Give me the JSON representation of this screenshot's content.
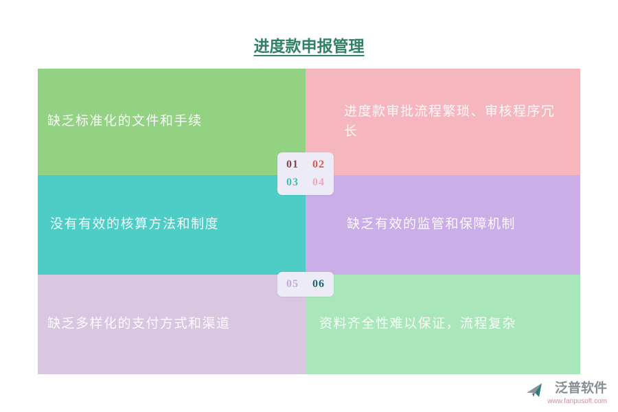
{
  "title": "进度款申报管理",
  "title_color": "#2f8263",
  "panels": [
    {
      "id": "01",
      "label": "缺乏标准化的文件和手续",
      "bg": "#93d183"
    },
    {
      "id": "02",
      "label": "进度款审批流程繁琐、审核程序冗长",
      "bg": "#f5b6bd"
    },
    {
      "id": "03",
      "label": "没有有效的核算方法和制度",
      "bg": "#4ecdc6"
    },
    {
      "id": "04",
      "label": "缺乏有效的监管和保障机制",
      "bg": "#c9aee8"
    },
    {
      "id": "05",
      "label": "缺乏多样化的支付方式和渠道",
      "bg": "#d9c6e0"
    },
    {
      "id": "06",
      "label": "资料齐全性难以保证，流程复杂",
      "bg": "#a9e7ba"
    }
  ],
  "badge_group_1": {
    "numbers": [
      {
        "text": "01",
        "color": "#8d4048"
      },
      {
        "text": "02",
        "color": "#e0584a"
      },
      {
        "text": "03",
        "color": "#3fbfb4"
      },
      {
        "text": "04",
        "color": "#f0a8b8"
      }
    ]
  },
  "badge_group_2": {
    "numbers": [
      {
        "text": "05",
        "color": "#c5a8e0"
      },
      {
        "text": "06",
        "color": "#1a646b"
      }
    ]
  },
  "logo": {
    "brand": "泛普软件",
    "website": "www.fanpusoft.com",
    "icon_gray": "#8b939b",
    "icon_teal": "#2e7d7d"
  }
}
